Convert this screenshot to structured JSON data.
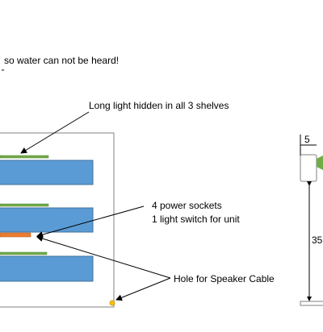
{
  "notes": {
    "top_line": "so water can not be heard!",
    "light_label": "Long light hidden in all 3 shelves",
    "sockets_line1": "4 power sockets",
    "sockets_line2": "1 light switch for unit",
    "hole_label": "Hole for Speaker Cable"
  },
  "side_view": {
    "depth_label": "5",
    "height_label": "35"
  },
  "colors": {
    "shelf_fill": "#5b9bd5",
    "shelf_stroke": "#41719c",
    "light": "#70ad47",
    "socket": "#ed7d31",
    "hole": "#ffc000",
    "outline": "#7f7f7f"
  }
}
